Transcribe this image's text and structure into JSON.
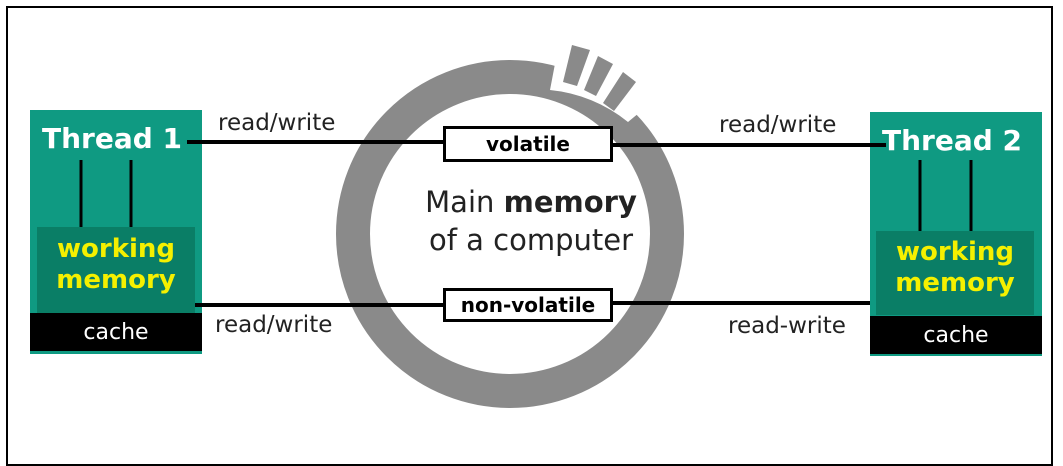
{
  "colors": {
    "thread_box": "#0f9a82",
    "working_memory": "#0a7e66",
    "working_memory_text": "#f5f000",
    "cache_bg": "#000000",
    "ring": "#8a8a8a"
  },
  "main_memory": {
    "line1_plain": "Main ",
    "line1_bold": "memory",
    "line2": "of a computer"
  },
  "thread1": {
    "title": "Thread 1",
    "working_memory": [
      "working",
      "memory"
    ],
    "cache": "cache"
  },
  "thread2": {
    "title": "Thread  2",
    "working_memory": [
      "working",
      "memory"
    ],
    "cache": "cache"
  },
  "volatile_label": "volatile",
  "nonvolatile_label": "non-volatile",
  "labels": {
    "top_left": "read/write",
    "top_right": "read/write",
    "bottom_left": "read/write",
    "bottom_right": "read-write"
  }
}
